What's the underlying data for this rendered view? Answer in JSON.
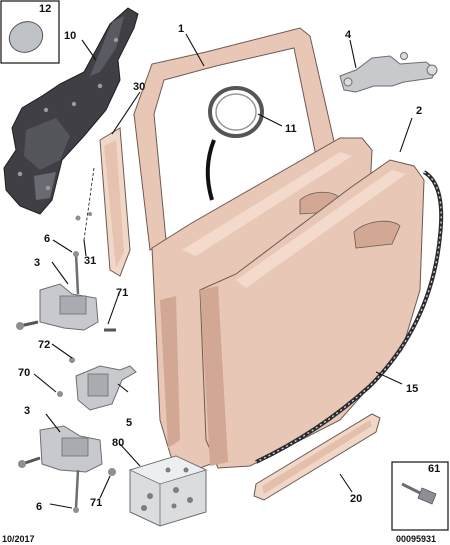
{
  "callouts": {
    "c1": "1",
    "c2": "2",
    "c3a": "3",
    "c3b": "3",
    "c4": "4",
    "c5": "5",
    "c6a": "6",
    "c6b": "6",
    "c10": "10",
    "c11": "11",
    "c12": "12",
    "c15": "15",
    "c20": "20",
    "c30": "30",
    "c31": "31",
    "c61": "61",
    "c70": "70",
    "c71a": "71",
    "c71b": "71",
    "c72": "72",
    "c80": "80"
  },
  "footer": {
    "date": "10/2017",
    "reference": "00095931"
  },
  "colors": {
    "panel_fill": "#e9c7b6",
    "panel_shadow": "#d2a894",
    "metal_fill": "#c7c9cc",
    "dark_panel": "#3f3f45",
    "trim_fill": "#f0d7c8",
    "line": "#111111"
  }
}
